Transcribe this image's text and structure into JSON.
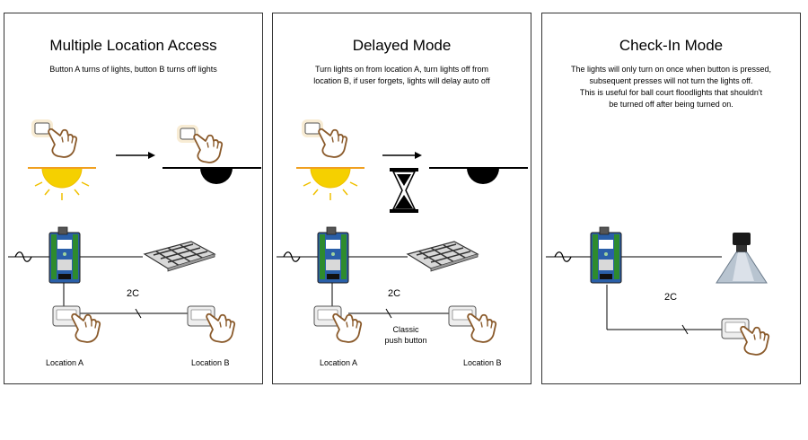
{
  "panels": [
    {
      "title": "Multiple Location Access",
      "description": [
        "Button A turns of lights, button B turns off lights"
      ],
      "wire_label": "2C",
      "location_a": "Location A",
      "location_b": "Location B"
    },
    {
      "title": "Delayed Mode",
      "description": [
        "Turn lights on from location A, turn lights off from",
        "location B, if user forgets, lights will delay auto off"
      ],
      "wire_label": "2C",
      "button_note": [
        "Classic",
        "push button"
      ],
      "location_a": "Location A",
      "location_b": "Location B"
    },
    {
      "title": "Check-In Mode",
      "description": [
        "The lights will only turn on once when button is pressed,",
        "subsequent presses will not turn the lights off.",
        "This is useful for ball court floodlights that shouldn't",
        "be turned off after being turned on."
      ],
      "wire_label": "2C"
    }
  ],
  "colors": {
    "border": "#333333",
    "sun": "#f5d000",
    "sun_line": "#f0a020",
    "hand_outline": "#8a5a2b",
    "module_blue": "#2a5fa8"
  },
  "icons": [
    "push-button-icon",
    "pointing-hand-icon",
    "sun-icon",
    "light-off-icon",
    "arrow-right-icon",
    "hourglass-icon",
    "relay-module-icon",
    "panel-light-icon",
    "high-bay-lamp-icon",
    "ac-source-icon"
  ]
}
